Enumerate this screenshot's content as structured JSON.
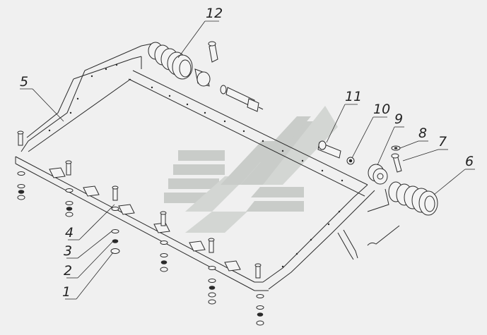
{
  "callouts": [
    {
      "id": "1",
      "label": "1"
    },
    {
      "id": "2",
      "label": "2"
    },
    {
      "id": "3",
      "label": "3"
    },
    {
      "id": "4",
      "label": "4"
    },
    {
      "id": "5",
      "label": "5"
    },
    {
      "id": "6",
      "label": "6"
    },
    {
      "id": "7",
      "label": "7"
    },
    {
      "id": "8",
      "label": "8"
    },
    {
      "id": "9",
      "label": "9"
    },
    {
      "id": "10",
      "label": "10"
    },
    {
      "id": "11",
      "label": "11"
    },
    {
      "id": "12",
      "label": "12"
    }
  ],
  "colors": {
    "background": "#f0f0f0",
    "linework": "#2a2a2a",
    "watermark": "#c9ccc9"
  }
}
